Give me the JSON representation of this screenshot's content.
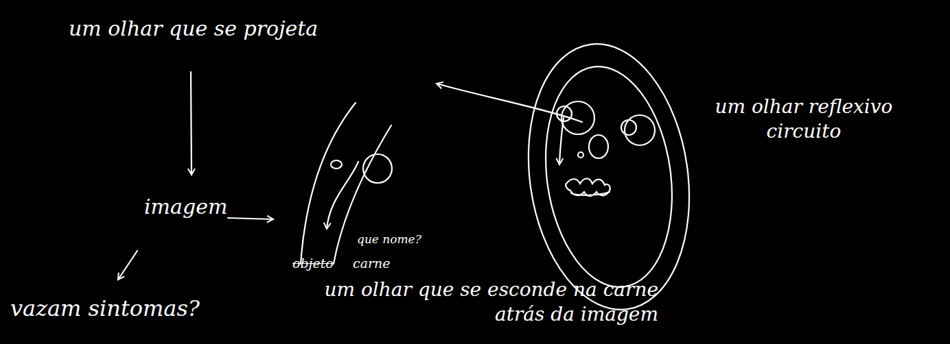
{
  "diagram": {
    "labels": [
      "um olhar que se projeta",
      "imagem",
      "vazam sintomas?",
      "que nome?",
      "objeto",
      "carne",
      "um olhar que se esconde na carne atrás da imagem",
      "um olhar reflexivo circuito"
    ]
  }
}
